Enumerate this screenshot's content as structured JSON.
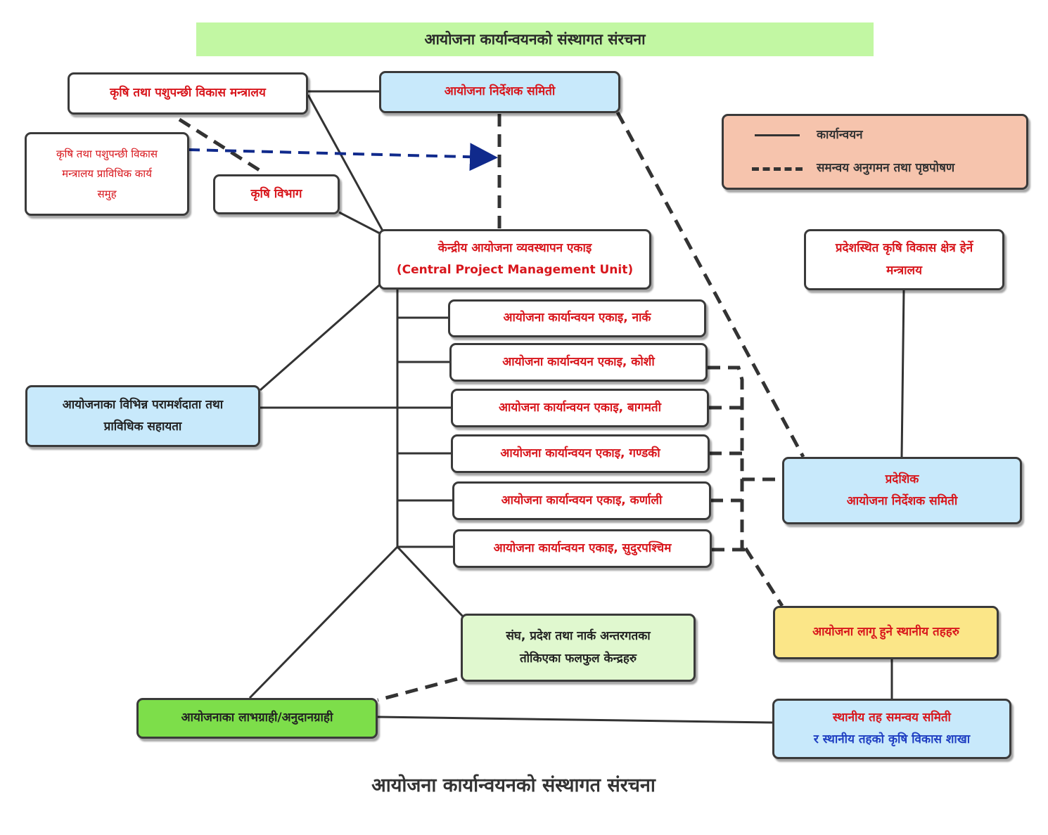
{
  "title": "आयोजना कार्यान्वयनको संस्थागत संरचना",
  "caption": "आयोजना कार्यान्वयनको संस्थागत संरचना",
  "legend": {
    "solid_label": "कार्यान्वयन",
    "dashed_label": "समन्वय अनुगमन तथा पृष्ठपोषण"
  },
  "nodes": {
    "ministry": "कृषि तथा पशुपन्छी विकास मन्त्रालय",
    "steering": "आयोजना निर्देशक समिती",
    "tech_group": {
      "line1": "कृषि तथा पशुपन्छी विकास",
      "line2": "मन्त्रालय प्राविधिक कार्य",
      "line3": "समुह"
    },
    "agri_dept": "कृषि विभाग",
    "cpmu": {
      "line1": "केन्द्रीय आयोजना व्यवस्थापन एकाइ",
      "line2": "(Central Project Management Unit)"
    },
    "consultants": {
      "line1": "आयोजनाका विभिन्न परामर्शदाता तथा",
      "line2": "प्राविधिक सहायता"
    },
    "units": [
      "आयोजना कार्यान्वयन एकाइ, नार्क",
      "आयोजना कार्यान्वयन एकाइ, कोशी",
      "आयोजना कार्यान्वयन एकाइ, बागमती",
      "आयोजना कार्यान्वयन एकाइ, गण्डकी",
      "आयोजना कार्यान्वयन एकाइ, कर्णाली",
      "आयोजना कार्यान्वयन एकाइ, सुदुरपश्चिम"
    ],
    "province_ministry": {
      "line1": "प्रदेशस्थित कृषि विकास क्षेत्र हेर्ने",
      "line2": "मन्त्रालय"
    },
    "province_steering": {
      "line1": "प्रदेशिक",
      "line2": "आयोजना निर्देशक समिती"
    },
    "fruit_centers": {
      "line1": "संघ, प्रदेश तथा नार्क अन्तरगतका",
      "line2": "तोकिएका फलफुल केन्द्रहरु"
    },
    "local_levels": "आयोजना लागू हुने स्थानीय तहहरु",
    "beneficiaries": "आयोजनाका लाभग्राही/अनुदानग्राही",
    "local_committee": {
      "line1": "स्थानीय तह समन्वय समिती",
      "line2": "र स्थानीय तहको कृषि विकास शाखा"
    }
  },
  "colors": {
    "title_bar": "#c2f7a3",
    "legend_bg": "#f6c4ad",
    "light_blue": "#c8e9fb",
    "light_green": "#e0f8cf",
    "green": "#7dde4a",
    "yellow": "#fbe688",
    "text_red": "#d8161c",
    "text_blue": "#1f3fc2",
    "arrow_navy": "#102a8c"
  }
}
